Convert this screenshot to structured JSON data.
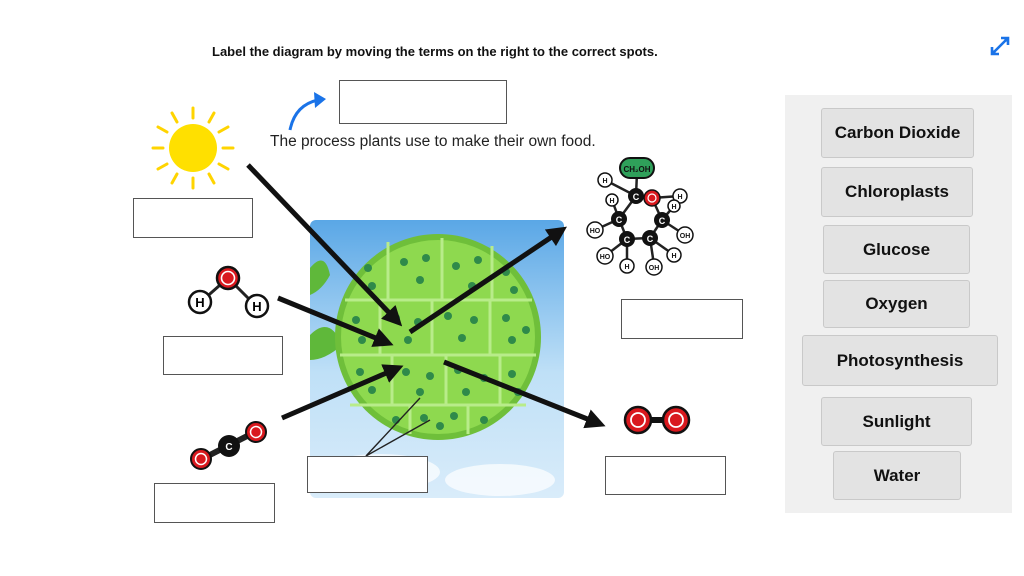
{
  "instruction": "Label the diagram by moving the terms on the right to the correct spots.",
  "caption": "The process plants use to make their own food.",
  "molecules": {
    "water": {
      "h": "H",
      "o": "O"
    },
    "carbon_dioxide": {
      "c": "C",
      "o": "O"
    },
    "oxygen": {
      "o": "O"
    },
    "glucose": {
      "ch2oh": "CH₂OH",
      "c": "C",
      "o": "O",
      "h": "H",
      "ho": "HO",
      "oh": "OH"
    }
  },
  "terms": [
    "Carbon Dioxide",
    "Chloroplasts",
    "Glucose",
    "Oxygen",
    "Photosynthesis",
    "Sunlight",
    "Water"
  ],
  "colors": {
    "accent": "#1a73e8",
    "cell_green": "#8ed94f",
    "chloroplast": "#2f8a4a",
    "oxygen_red": "#d9191e",
    "sun_yellow": "#ffe000",
    "glucose_green": "#2fa05a"
  },
  "icons": {
    "expand": "expand-arrows-icon",
    "curved_arrow": "curved-arrow-icon"
  }
}
